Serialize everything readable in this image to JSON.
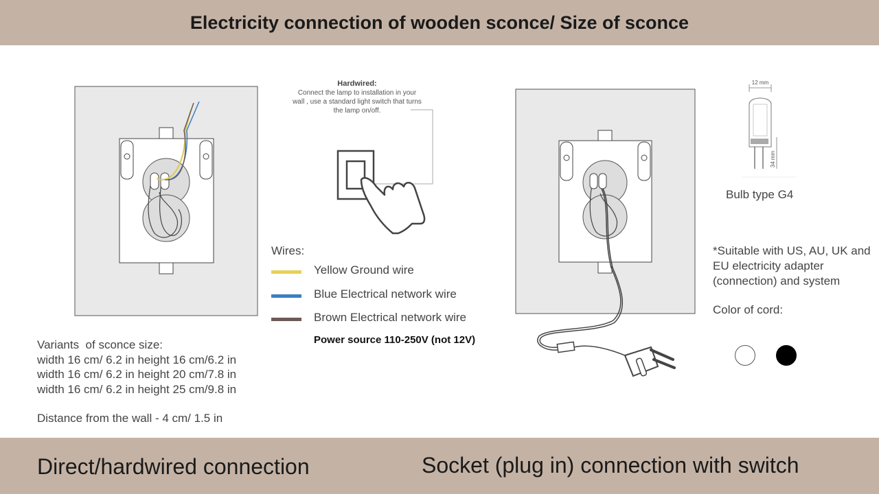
{
  "header": {
    "title": "Electricity connection of wooden sconce/ Size of sconce"
  },
  "hardwired": {
    "title": "Hardwired:",
    "description": "Connect the lamp to installation in your wall , use a standard light switch that turns the lamp on/off."
  },
  "wires": {
    "heading": "Wires:",
    "items": [
      {
        "label": "Yellow Ground wire",
        "color": "#e9d055"
      },
      {
        "label": "Blue Electrical network wire",
        "color": "#3b7fc4"
      },
      {
        "label": "Brown Electrical network wire",
        "color": "#6e5a55"
      }
    ],
    "power_note": "Power source 110-250V (not 12V)"
  },
  "sizes": {
    "heading": "Variants  of sconce size:",
    "variants": [
      "width 16 cm/ 6.2 in height 16 cm/6.2 in",
      "width 16 cm/ 6.2 in height 20 cm/7.8 in",
      "width 16 cm/ 6.2 in height 25 cm/9.8 in"
    ],
    "distance": "Distance from the wall - 4 cm/ 1.5 in"
  },
  "bulb": {
    "caption": "Bulb type G4",
    "width_label": "12 mm",
    "height_label": "34 mm"
  },
  "compatibility": {
    "note": "*Suitable with US, AU, UK and EU electricity adapter (connection) and system"
  },
  "cord": {
    "heading": "Color of cord:",
    "colors": [
      {
        "name": "white",
        "hex": "#ffffff"
      },
      {
        "name": "black",
        "hex": "#000000"
      }
    ]
  },
  "footer": {
    "left_label": "Direct/hardwired connection",
    "right_label": "Socket (plug in) connection with switch"
  },
  "colors": {
    "band": "#c4b3a5",
    "panel": "#e9e9e9"
  }
}
